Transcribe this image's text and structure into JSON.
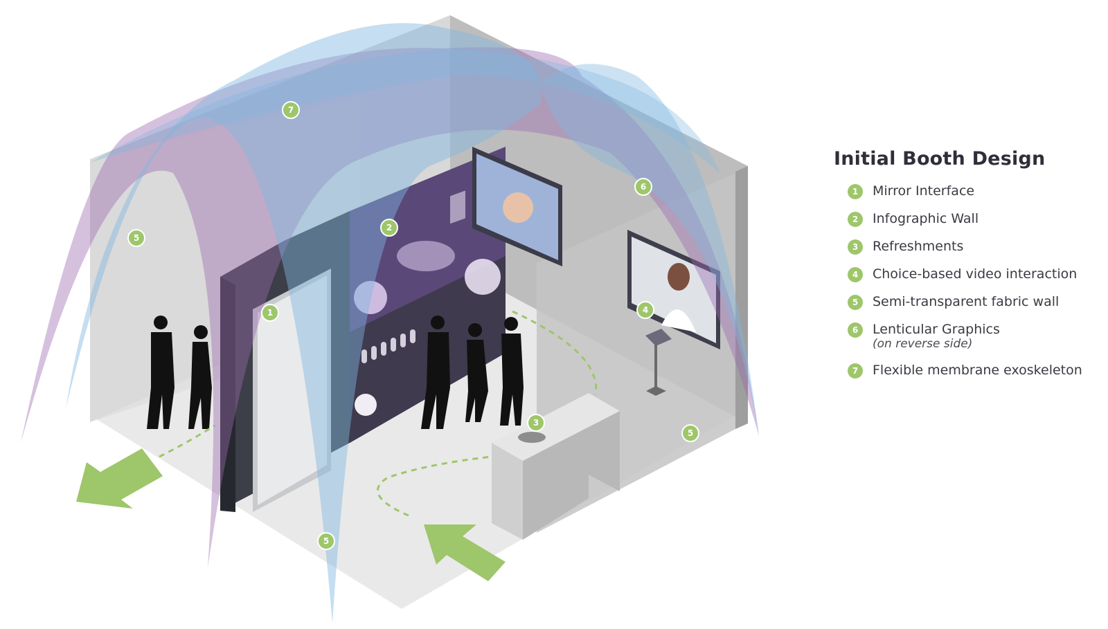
{
  "legend": {
    "title": "Initial Booth Design",
    "items": [
      {
        "num": "1",
        "label": "Mirror Interface",
        "sub": ""
      },
      {
        "num": "2",
        "label": "Infographic Wall",
        "sub": ""
      },
      {
        "num": "3",
        "label": "Refreshments",
        "sub": ""
      },
      {
        "num": "4",
        "label": "Choice-based video interaction",
        "sub": ""
      },
      {
        "num": "5",
        "label": "Semi-transparent fabric wall",
        "sub": ""
      },
      {
        "num": "6",
        "label": "Lenticular Graphics",
        "sub": "(on reverse side)"
      },
      {
        "num": "7",
        "label": "Flexible membrane exoskeleton",
        "sub": ""
      }
    ]
  },
  "markers": {
    "m1": "1",
    "m2": "2",
    "m3": "3",
    "m4": "4",
    "m5a": "5",
    "m5b": "5",
    "m5c": "5",
    "m6": "6",
    "m7": "7"
  },
  "colors": {
    "badge": "#9ec66a",
    "arrow": "#9ec66a",
    "fabric_blue": "#7fb6e0",
    "fabric_purple": "#9b6cae",
    "wall_purple": "#5e4a7a",
    "floor": "#e6e6e6",
    "title": "#2f2f3a"
  }
}
